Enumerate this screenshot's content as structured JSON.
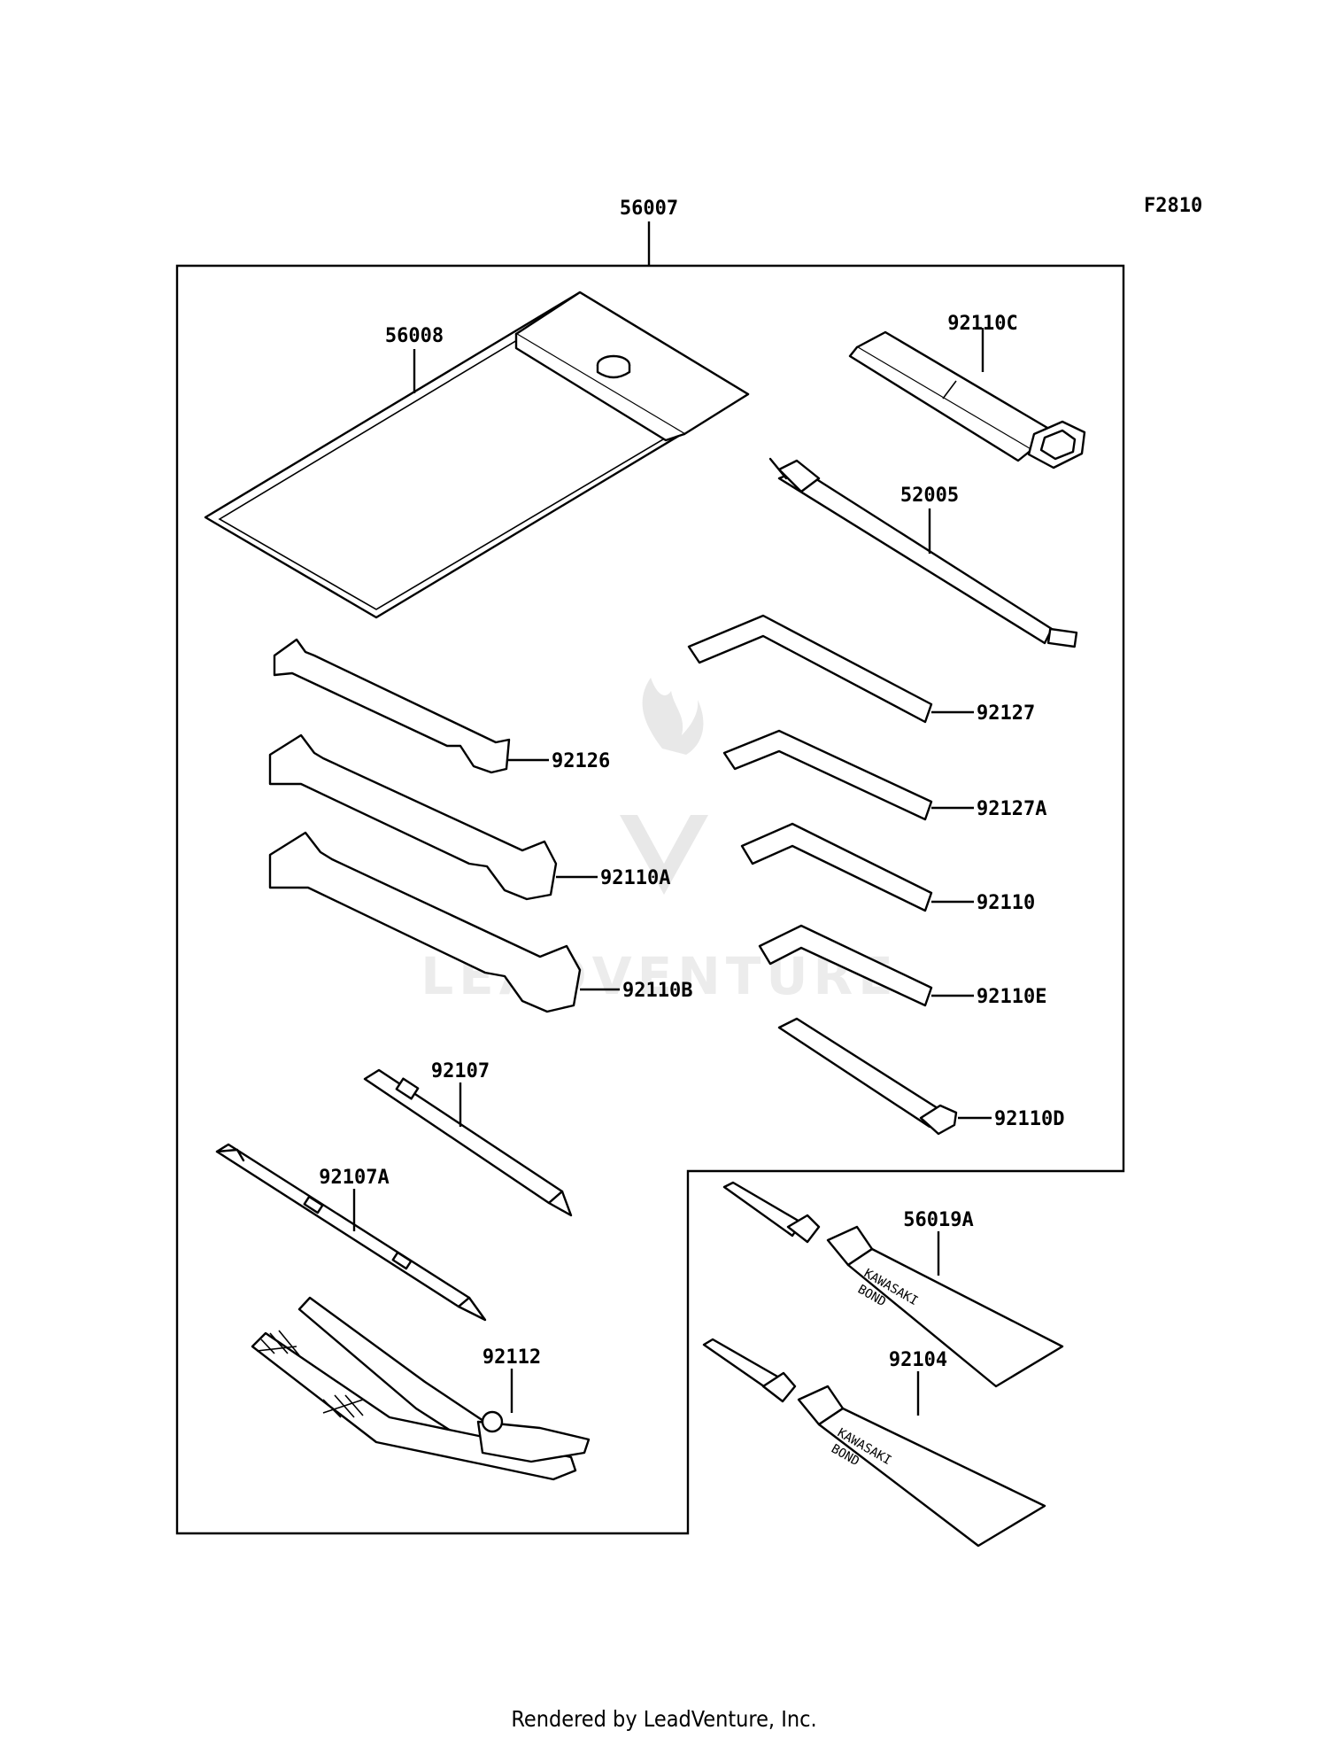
{
  "figure_code": "F2810",
  "footer": "Rendered by LeadVenture, Inc.",
  "watermark": "LEADVENTURE",
  "tube_text": [
    "KAWASAKI",
    "BOND"
  ],
  "parts": {
    "p56007": "56007",
    "p56008": "56008",
    "p92110C": "92110C",
    "p52005": "52005",
    "p92127": "92127",
    "p92127A": "92127A",
    "p92110": "92110",
    "p92110E": "92110E",
    "p92110D": "92110D",
    "p92126": "92126",
    "p92110A": "92110A",
    "p92110B": "92110B",
    "p92107": "92107",
    "p92107A": "92107A",
    "p92112": "92112",
    "p56019A": "56019A",
    "p92104": "92104"
  }
}
